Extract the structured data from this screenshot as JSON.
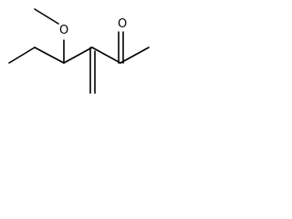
{
  "structure": {
    "atoms": [
      {
        "element": "O",
        "label": "O"
      },
      {
        "element": "O",
        "label": "O"
      }
    ]
  }
}
